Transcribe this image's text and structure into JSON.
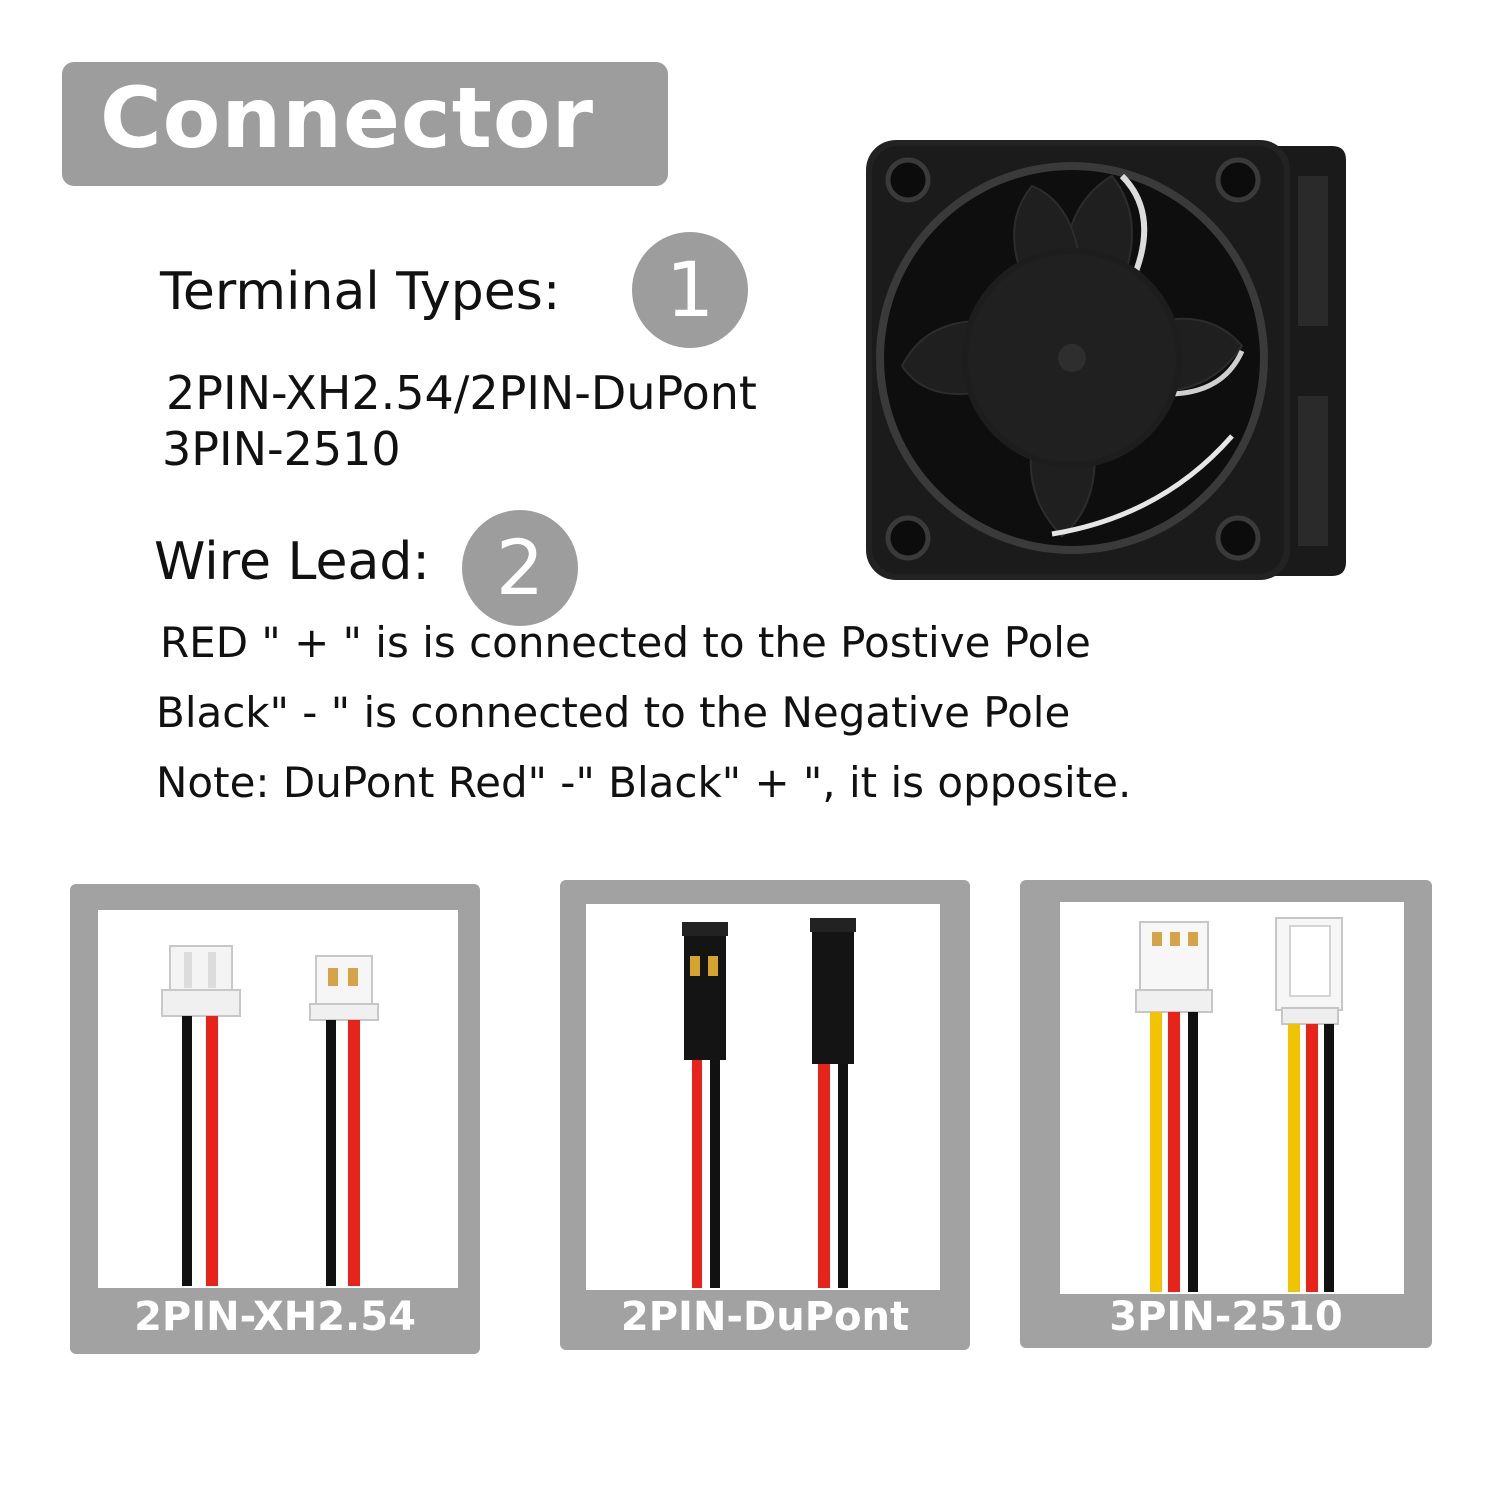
{
  "header": {
    "title": "Connector"
  },
  "terminal": {
    "heading": "Terminal Types:",
    "badge": "1",
    "lines": [
      "2PIN-XH2.54/2PIN-DuPont",
      "3PIN-2510"
    ]
  },
  "wire": {
    "heading": "Wire Lead:",
    "badge": "2",
    "lines": [
      "RED \" + \" is is connected to the Postive Pole",
      "Black\" - \" is connected to the Negative Pole",
      "Note:  DuPont  Red\" -\" Black\" + \", it is opposite."
    ]
  },
  "cards": [
    {
      "label": "2PIN-XH2.54"
    },
    {
      "label": "2PIN-DuPont"
    },
    {
      "label": "3PIN-2510"
    }
  ],
  "colors": {
    "badge_gray": "#9d9d9d",
    "wire_red": "#e8231a",
    "wire_black": "#111111",
    "wire_yellow": "#f2c400"
  }
}
